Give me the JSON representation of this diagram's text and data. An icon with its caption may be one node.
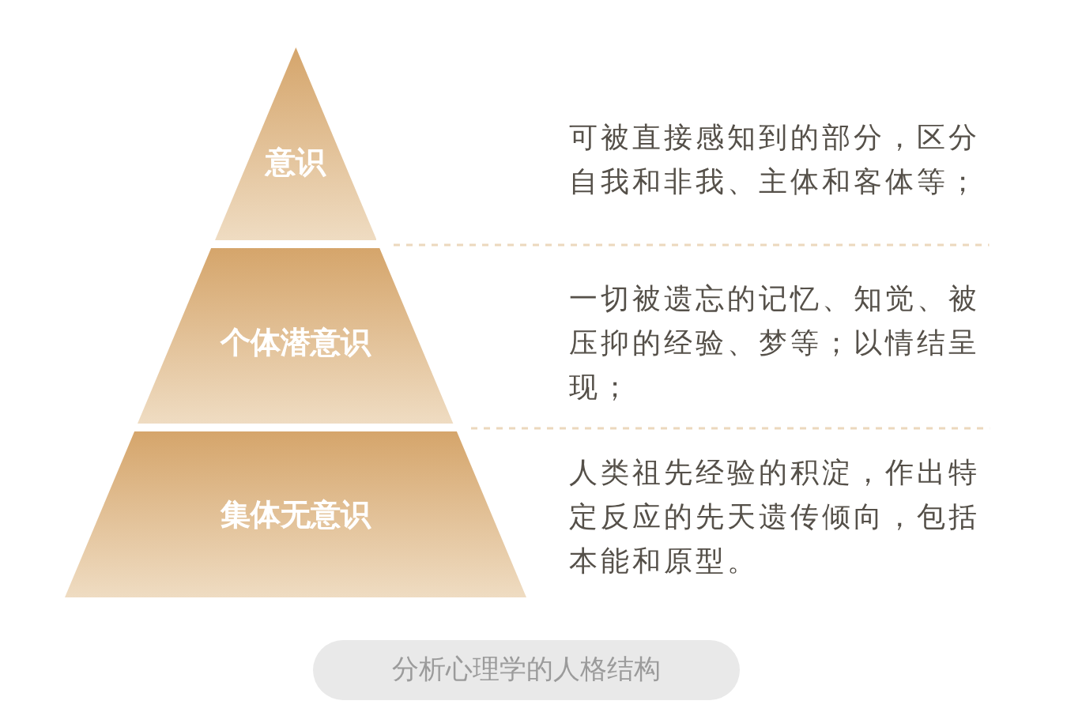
{
  "diagram": {
    "caption": "分析心理学的人格结构",
    "nodes": [
      {
        "text": [
          "意识"
        ]
      },
      {
        "text": [
          "个体潜意识"
        ]
      },
      {
        "text": [
          "集体无意识"
        ]
      }
    ],
    "labels": [
      "可被直接感知到的部分，区分自我和非我、主体和客体等；",
      "一切被遗忘的记忆、知觉、被压抑的经验、梦等；以情结呈现；",
      "人类祖先经验的积淀，作出特定反应的先天遗传倾向，包括本能和原型。"
    ]
  }
}
